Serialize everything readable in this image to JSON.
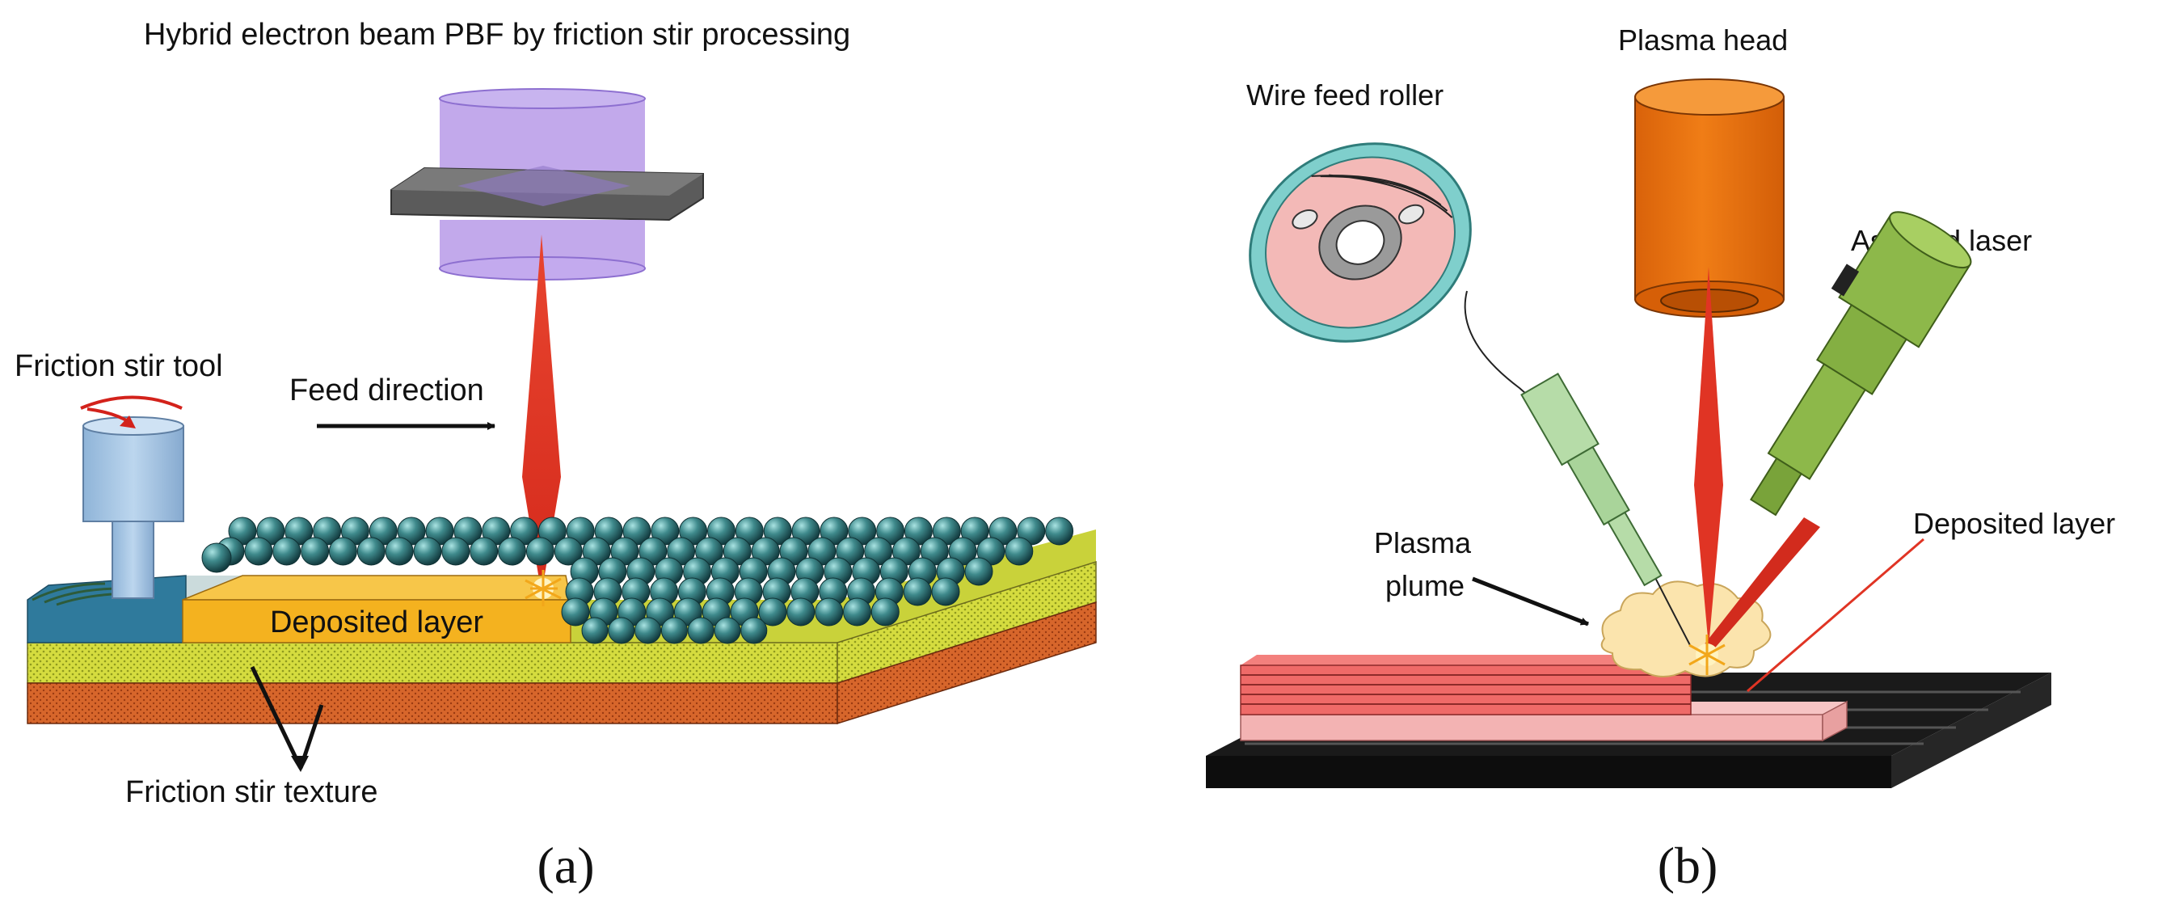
{
  "panel_a": {
    "title": "Hybrid electron beam PBF by friction stir processing",
    "labels": {
      "friction_stir_tool": "Friction stir tool",
      "feed_direction": "Feed direction",
      "deposited_layer": "Deposited layer",
      "friction_stir_texture": "Friction stir texture"
    },
    "panel_letter": "(a)"
  },
  "panel_b": {
    "labels": {
      "wire_feed_roller": "Wire feed roller",
      "plasma_head": "Plasma head",
      "assisted_laser": "Assisted laser",
      "plasma_plume_line1": "Plasma",
      "plasma_plume_line2": "plume",
      "deposited_layer": "Deposited layer"
    },
    "panel_letter": "(b)"
  },
  "colors": {
    "beam_red": "#e03424",
    "electron_gun_purple": "#b79ae8",
    "powder_teal": "#2f6f74",
    "deposited_yellow": "#f4b21f",
    "substrate_olive": "#c9d23a",
    "base_orange": "#d2642a",
    "plasma_head_orange": "#e8700c",
    "laser_green": "#8db84a",
    "nozzle_green": "#b6dca8",
    "plume_cream": "#fbe4ad",
    "layer_red": "#ef6a68",
    "platform_black": "#1a1a1a"
  }
}
